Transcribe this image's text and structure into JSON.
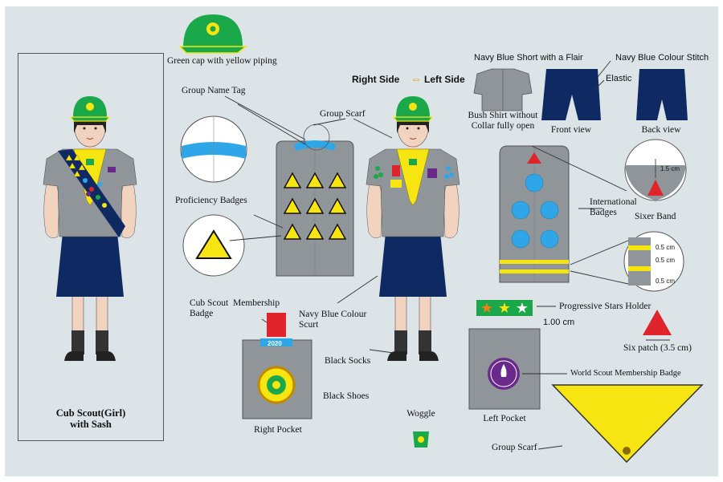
{
  "labels": {
    "green_cap": "Green cap with yellow piping",
    "group_name_tag": "Group Name Tag",
    "group_scarf_top": "Group Scarf",
    "proficiency_badges": "Proficiency Badges",
    "membership_badge": "Cub Scout  Membership\nBadge",
    "right_pocket": "Right Pocket",
    "cub_scout_title": "Cub Scout(Girl)\nwith Sash",
    "right_side": "Right Side",
    "left_side": "Left Side",
    "navy_short": "Navy Blue Short with a Flair",
    "navy_stitch": "Navy Blue Colour Stitch",
    "elastic": "Elastic",
    "bush_shirt": "Bush Shirt without\nCollar fully open",
    "front_view": "Front view",
    "back_view": "Back view",
    "international_badges": "International\nBadges",
    "sixer_band": "Sixer  Band",
    "dim_1_5": "1.5 cm",
    "dim_0_5a": "0.5 cm",
    "dim_0_5b": "0.5 cm",
    "dim_0_5c": "0.5 cm",
    "navy_scurt": "Navy Blue Colour\nScurt",
    "black_socks": "Black Socks",
    "black_shoes": "Black Shoes",
    "woggle": "Woggle",
    "progressive_stars": "Progressive Stars Holder",
    "dim_1_00": "1.00 cm",
    "six_patch": "Six patch (3.5 cm)",
    "world_badge": "World Scout Membership Badge",
    "left_pocket": "Left Pocket",
    "group_scarf_bottom": "Group Scarf",
    "year_tag": "2020"
  },
  "colors": {
    "background": "#dde4e8",
    "green": "#1aa84a",
    "yellow": "#f6e510",
    "navy": "#0f2a63",
    "shirt_grey": "#8f9599",
    "blue_dot": "#2ea6e8",
    "red": "#e0242c",
    "purple": "#6a2a8c",
    "skin": "#f2d3bf"
  }
}
